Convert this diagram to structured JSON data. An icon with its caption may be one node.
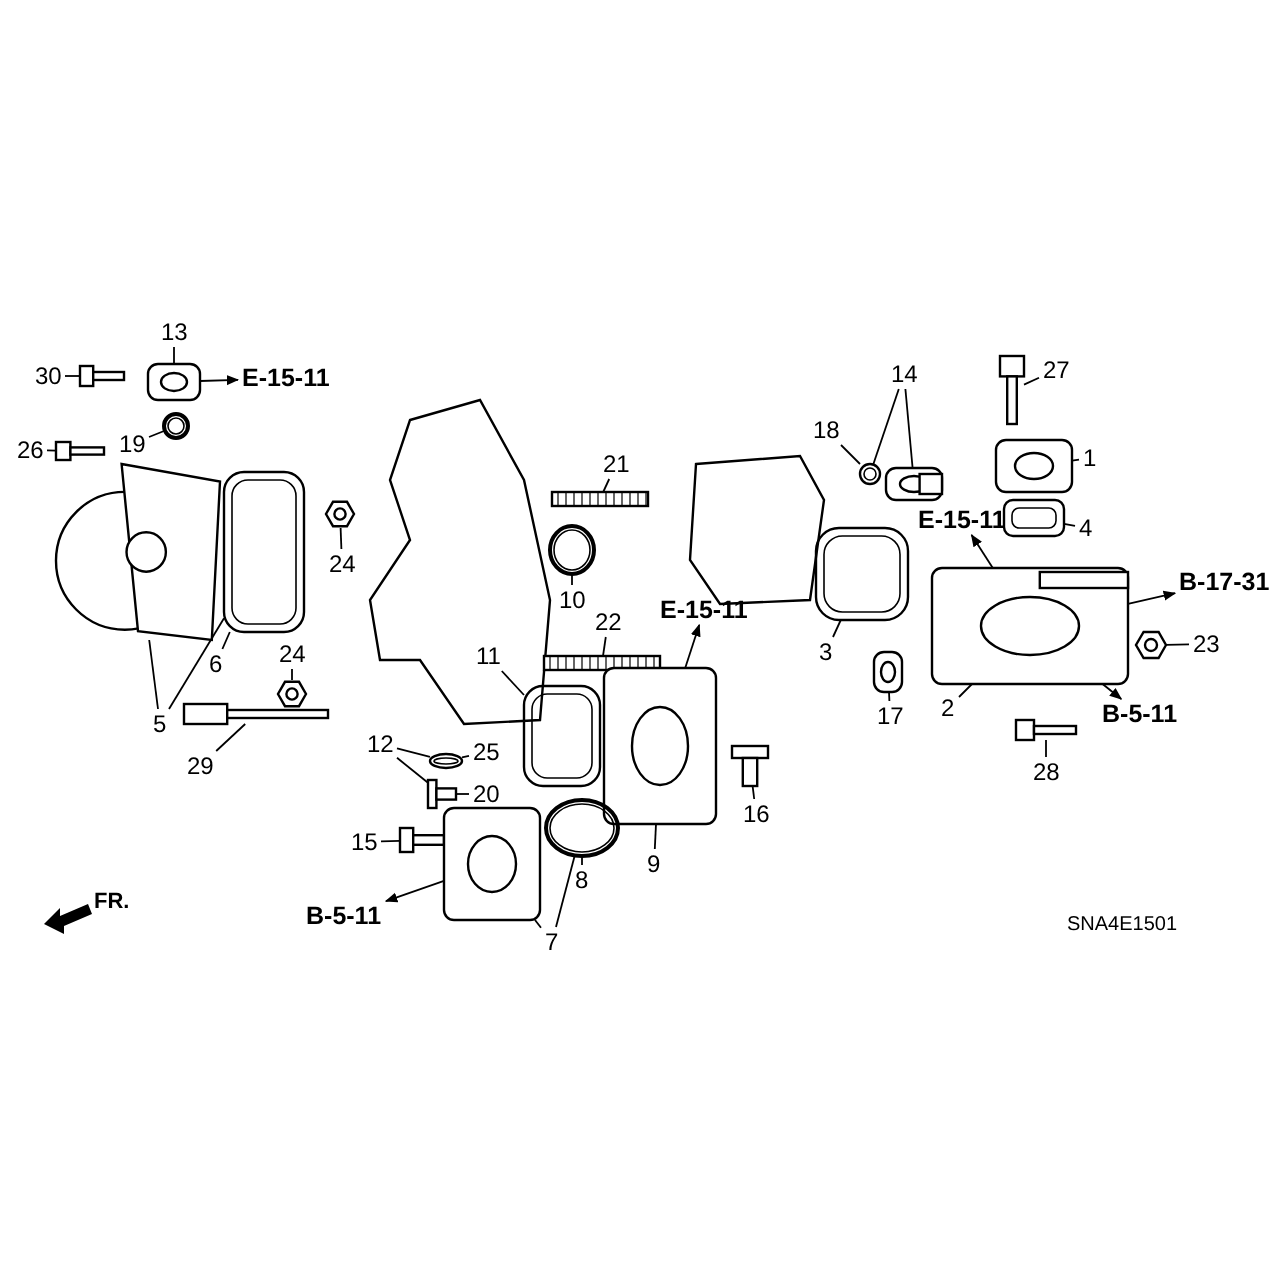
{
  "diagram": {
    "nodes": [
      {
        "text": [
          "13"
        ]
      },
      {
        "text": [],
        "shape": "picture"
      },
      {
        "text": [
          "30"
        ]
      },
      {
        "text": [],
        "shape": "picture"
      },
      {
        "text": [
          "E-15-11"
        ]
      },
      {
        "text": [
          "19"
        ]
      },
      {
        "text": [],
        "shape": "picture"
      },
      {
        "text": [
          "26"
        ]
      },
      {
        "text": [],
        "shape": "picture"
      },
      {
        "text": [],
        "shape": "picture"
      },
      {
        "text": [],
        "shape": "picture"
      },
      {
        "text": [
          "6"
        ]
      },
      {
        "text": [
          "5"
        ]
      },
      {
        "text": [
          "29"
        ]
      },
      {
        "text": [],
        "shape": "picture"
      },
      {
        "text": [
          "24"
        ]
      },
      {
        "text": [],
        "shape": "picture"
      },
      {
        "text": [
          "24"
        ]
      },
      {
        "text": [],
        "shape": "picture"
      },
      {
        "text": [
          "21"
        ]
      },
      {
        "text": [],
        "shape": "picture"
      },
      {
        "text": [
          "10"
        ]
      },
      {
        "text": [],
        "shape": "picture"
      },
      {
        "text": [
          "22"
        ]
      },
      {
        "text": [],
        "shape": "picture"
      },
      {
        "text": [
          "12"
        ]
      },
      {
        "text": [
          "25"
        ]
      },
      {
        "text": [],
        "shape": "picture"
      },
      {
        "text": [
          "20"
        ]
      },
      {
        "text": [],
        "shape": "picture"
      },
      {
        "text": [
          "11"
        ]
      },
      {
        "text": [],
        "shape": "picture"
      },
      {
        "text": [
          "E-15-11"
        ]
      },
      {
        "text": [],
        "shape": "picture"
      },
      {
        "text": [
          "9"
        ]
      },
      {
        "text": [
          "16"
        ]
      },
      {
        "text": [],
        "shape": "picture"
      },
      {
        "text": [
          "15"
        ]
      },
      {
        "text": [],
        "shape": "picture"
      },
      {
        "text": [
          "B-5-11"
        ]
      },
      {
        "text": [],
        "shape": "picture"
      },
      {
        "text": [
          "8"
        ]
      },
      {
        "text": [],
        "shape": "picture"
      },
      {
        "text": [
          "7"
        ]
      },
      {
        "text": [
          "14"
        ]
      },
      {
        "text": [
          "18"
        ]
      },
      {
        "text": [],
        "shape": "picture"
      },
      {
        "text": [],
        "shape": "picture"
      },
      {
        "text": [
          "27"
        ]
      },
      {
        "text": [],
        "shape": "picture"
      },
      {
        "text": [
          "1"
        ]
      },
      {
        "text": [],
        "shape": "picture"
      },
      {
        "text": [
          "4"
        ]
      },
      {
        "text": [],
        "shape": "picture"
      },
      {
        "text": [
          "3"
        ]
      },
      {
        "text": [],
        "shape": "picture"
      },
      {
        "text": [
          "E-15-11"
        ]
      },
      {
        "text": [],
        "shape": "picture"
      },
      {
        "text": [
          "B-17-31"
        ]
      },
      {
        "text": [
          "23"
        ]
      },
      {
        "text": [],
        "shape": "picture"
      },
      {
        "text": [
          "17"
        ]
      },
      {
        "text": [],
        "shape": "picture"
      },
      {
        "text": [
          "2"
        ]
      },
      {
        "text": [
          "B-5-11"
        ]
      },
      {
        "text": [
          "28"
        ]
      },
      {
        "text": [],
        "shape": "picture"
      }
    ],
    "edges": [
      {
        "from": 0,
        "to": 1,
        "arrow": "none"
      },
      {
        "from": 2,
        "to": 3,
        "arrow": "none"
      },
      {
        "from": 1,
        "to": 4,
        "arrow": "to"
      },
      {
        "from": 5,
        "to": 6,
        "arrow": "none"
      },
      {
        "from": 7,
        "to": 8,
        "arrow": "none"
      },
      {
        "from": 11,
        "to": 10,
        "arrow": "none"
      },
      {
        "from": 12,
        "to": 9,
        "arrow": "none"
      },
      {
        "from": 12,
        "to": 10,
        "arrow": "none"
      },
      {
        "from": 13,
        "to": 14,
        "arrow": "none"
      },
      {
        "from": 15,
        "to": 16,
        "arrow": "none"
      },
      {
        "from": 17,
        "to": 18,
        "arrow": "none"
      },
      {
        "from": 19,
        "to": 20,
        "arrow": "none"
      },
      {
        "from": 21,
        "to": 22,
        "arrow": "none"
      },
      {
        "from": 23,
        "to": 24,
        "arrow": "none"
      },
      {
        "from": 25,
        "to": 27,
        "arrow": "none"
      },
      {
        "from": 25,
        "to": 29,
        "arrow": "none"
      },
      {
        "from": 26,
        "to": 27,
        "arrow": "none"
      },
      {
        "from": 28,
        "to": 29,
        "arrow": "none"
      },
      {
        "from": 30,
        "to": 31,
        "arrow": "none"
      },
      {
        "from": 33,
        "to": 32,
        "arrow": "to"
      },
      {
        "from": 34,
        "to": 33,
        "arrow": "none"
      },
      {
        "from": 35,
        "to": 36,
        "arrow": "none"
      },
      {
        "from": 37,
        "to": 38,
        "arrow": "none"
      },
      {
        "from": 40,
        "to": 39,
        "arrow": "to"
      },
      {
        "from": 41,
        "to": 42,
        "arrow": "none"
      },
      {
        "from": 43,
        "to": 40,
        "arrow": "none"
      },
      {
        "from": 43,
        "to": 42,
        "arrow": "none"
      },
      {
        "from": 44,
        "to": 46,
        "arrow": "none"
      },
      {
        "from": 44,
        "to": 47,
        "arrow": "none"
      },
      {
        "from": 45,
        "to": 46,
        "arrow": "none"
      },
      {
        "from": 48,
        "to": 49,
        "arrow": "none"
      },
      {
        "from": 50,
        "to": 51,
        "arrow": "none"
      },
      {
        "from": 52,
        "to": 53,
        "arrow": "none"
      },
      {
        "from": 54,
        "to": 55,
        "arrow": "none"
      },
      {
        "from": 57,
        "to": 56,
        "arrow": "to"
      },
      {
        "from": 57,
        "to": 58,
        "arrow": "to"
      },
      {
        "from": 59,
        "to": 60,
        "arrow": "none"
      },
      {
        "from": 61,
        "to": 62,
        "arrow": "none"
      },
      {
        "from": 63,
        "to": 57,
        "arrow": "none"
      },
      {
        "from": 57,
        "to": 64,
        "arrow": "to"
      },
      {
        "from": 65,
        "to": 66,
        "arrow": "none"
      }
    ],
    "labels": [
      "FR.",
      "SNA4E1501"
    ]
  }
}
